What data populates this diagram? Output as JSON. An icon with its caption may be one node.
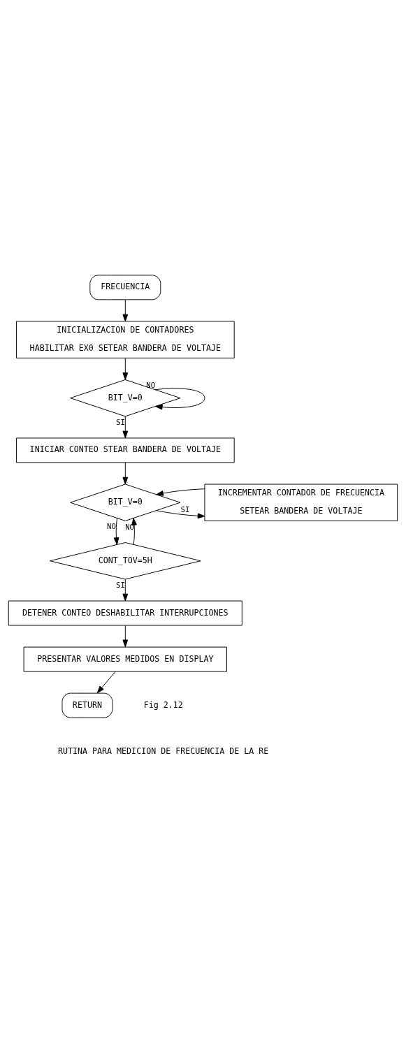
{
  "diagram": {
    "nodes": [
      {
        "text": [
          "FRECUENCIA"
        ]
      },
      {
        "text": [
          "INICIALIZACION DE CONTADORES",
          "HABILITAR EX0 SETEAR BANDERA DE VOLTAJE"
        ]
      },
      {
        "text": [
          "BIT_V=0"
        ]
      },
      {
        "text": [
          "INICIAR CONTEO STEAR BANDERA DE VOLTAJE"
        ]
      },
      {
        "text": [
          "BIT_V=0"
        ]
      },
      {
        "text": [
          "INCREMENTAR CONTADOR DE FRECUENCIA",
          "SETEAR BANDERA DE VOLTAJE"
        ]
      },
      {
        "text": [
          "CONT_TOV=5H"
        ]
      },
      {
        "text": [
          "DETENER CONTEO DESHABILITAR INTERRUPCIONES"
        ]
      },
      {
        "text": [
          "PRESENTAR VALORES MEDIDOS EN DISPLAY"
        ]
      },
      {
        "text": [
          "RETURN"
        ]
      }
    ],
    "edges": [
      {
        "from": 0,
        "to": 1,
        "arrow": "to"
      },
      {
        "from": 1,
        "to": 2,
        "arrow": "to"
      },
      {
        "from": 2,
        "to": 2,
        "arrow": "to",
        "label": "NO"
      },
      {
        "from": 2,
        "to": 3,
        "arrow": "to",
        "label": "SI"
      },
      {
        "from": 3,
        "to": 4,
        "arrow": "to"
      },
      {
        "from": 4,
        "to": 5,
        "arrow": "to",
        "label": "SI"
      },
      {
        "from": 5,
        "to": 4,
        "arrow": "to"
      },
      {
        "from": 4,
        "to": 6,
        "arrow": "to",
        "label": "NO"
      },
      {
        "from": 6,
        "to": 4,
        "arrow": "to",
        "label": "NO"
      },
      {
        "from": 6,
        "to": 7,
        "arrow": "to",
        "label": "SI"
      },
      {
        "from": 7,
        "to": 8,
        "arrow": "to"
      },
      {
        "from": 8,
        "to": 9,
        "arrow": "to"
      }
    ],
    "labels": [
      "Fig 2.12",
      "RUTINA PARA MEDICION DE FRECUENCIA DE LA RE"
    ]
  }
}
